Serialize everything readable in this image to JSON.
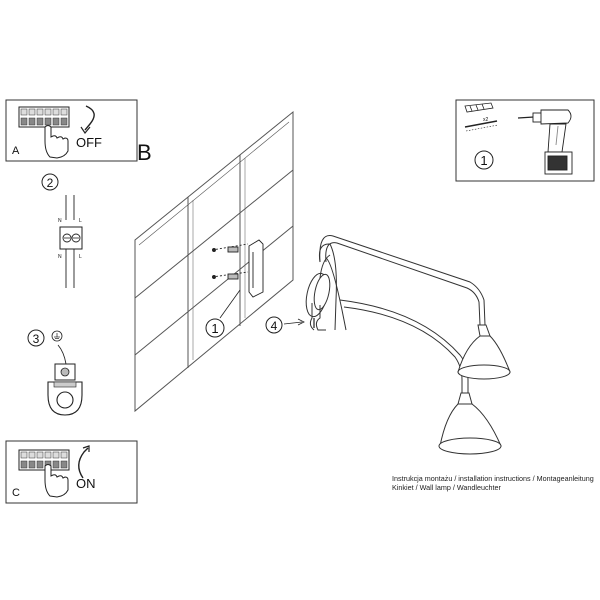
{
  "panels": {
    "a": {
      "letter": "A",
      "action": "OFF"
    },
    "b": {
      "letter": "B"
    },
    "c": {
      "letter": "C",
      "action": "ON"
    }
  },
  "steps": {
    "wiring": "2",
    "ground": "3",
    "mount": "1",
    "hang": "4",
    "tools": "1"
  },
  "wire_labels": {
    "n_top": "N",
    "l_top": "L",
    "n_bottom": "N",
    "l_bottom": "L"
  },
  "screw_count": "x2",
  "caption": {
    "line1": "Instrukcja montażu / installation instructions / Montageanleitung",
    "line2": "Kinkiet / Wall lamp / Wandleuchter"
  },
  "icons": [
    "breaker-switch-icon",
    "hand-icon",
    "curved-arrow-icon",
    "terminal-block-icon",
    "ground-symbol-icon",
    "drill-icon",
    "screw-anchor-icon"
  ]
}
